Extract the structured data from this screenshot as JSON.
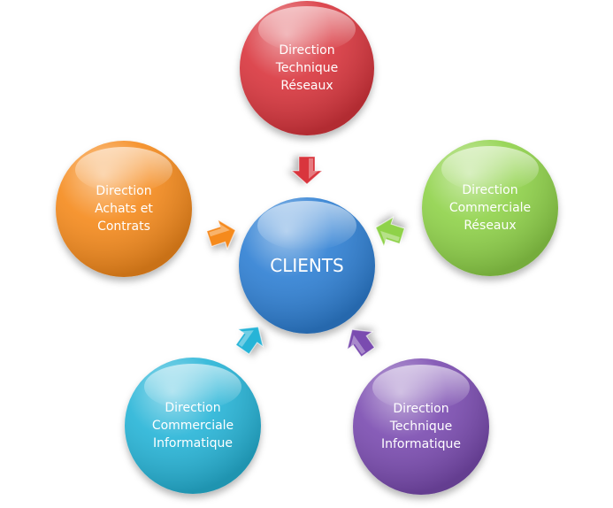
{
  "center": {
    "label": "CLIENTS",
    "color": "#2f7fd3"
  },
  "nodes": [
    {
      "id": "direction-technique-reseaux",
      "lines": [
        "Direction",
        "Technique",
        "Réseaux"
      ],
      "color": "#d9353d"
    },
    {
      "id": "direction-commerciale-reseaux",
      "lines": [
        "Direction",
        "Commerciale",
        "Réseaux"
      ],
      "color": "#8fd24a"
    },
    {
      "id": "direction-technique-informatique",
      "lines": [
        "Direction",
        "Technique",
        "Informatique"
      ],
      "color": "#7a4bb0"
    },
    {
      "id": "direction-commerciale-informatique",
      "lines": [
        "Direction",
        "Commerciale",
        "Informatique"
      ],
      "color": "#25b4d7"
    },
    {
      "id": "direction-achats-et-contrats",
      "lines": [
        "Direction",
        "Achats et",
        "Contrats"
      ],
      "color": "#f58a1f"
    }
  ]
}
